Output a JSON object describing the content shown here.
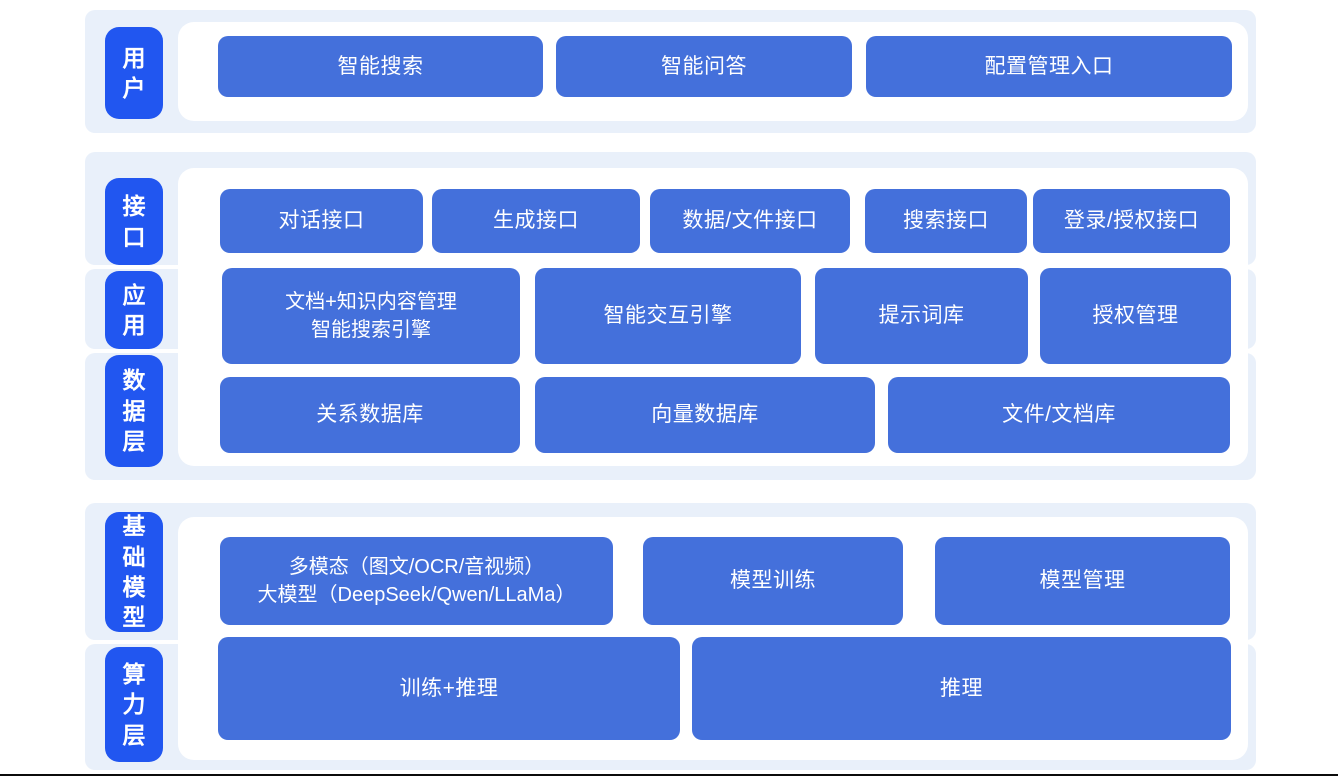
{
  "diagram_title": "AI platform layered architecture",
  "colors": {
    "band_background": "#E9F0FA",
    "panel_background": "#FFFFFF",
    "layer_pill_blue": "#2156F0",
    "block_blue": "#4470DB",
    "block_text": "#FFFFFF",
    "bottom_rule": "#0B0B0B"
  },
  "user": {
    "pill": "用户",
    "blocks": [
      "智能搜索",
      "智能问答",
      "配置管理入口"
    ]
  },
  "middle": {
    "pills": [
      "接口",
      "应用",
      "数据层"
    ],
    "row1": [
      "对话接口",
      "生成接口",
      "数据/文件接口",
      "搜索接口",
      "登录/授权接口"
    ],
    "row2": [
      "文档+知识内容管理\n智能搜索引擎",
      "智能交互引擎",
      "提示词库",
      "授权管理"
    ],
    "row3": [
      "关系数据库",
      "向量数据库",
      "文件/文档库"
    ]
  },
  "bottom": {
    "pills": [
      "基础模型",
      "算力层"
    ],
    "row1": [
      "多模态（图文/OCR/音视频）\n大模型（DeepSeek/Qwen/LLaMa）",
      "模型训练",
      "模型管理"
    ],
    "row2": [
      "训练+推理",
      "推理"
    ]
  }
}
